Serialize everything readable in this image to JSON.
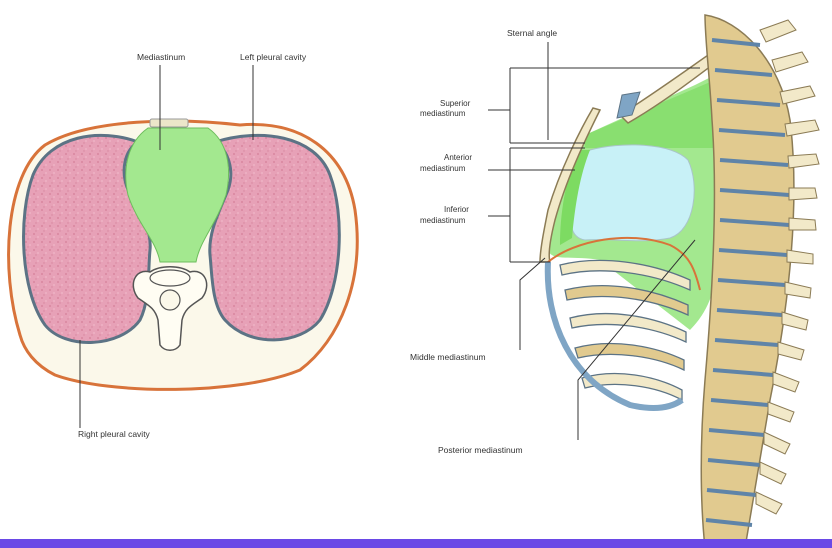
{
  "labels": {
    "mediastinum": "Mediastinum",
    "left_pleural_cavity": "Left pleural cavity",
    "right_pleural_cavity": "Right pleural cavity",
    "sternal_angle": "Sternal angle",
    "superior_line1": "Superior",
    "superior_line2": "mediastinum",
    "anterior_line1": "Anterior",
    "anterior_line2": "mediastinum",
    "inferior_line1": "Inferior",
    "inferior_line2": "mediastinum",
    "middle_mediastinum": "Middle mediastinum",
    "posterior_mediastinum": "Posterior mediastinum"
  },
  "colors": {
    "mediastinum_green": "#a3e88f",
    "lung_pink": "#e7a1b7",
    "pleura_blue_gray": "#5c7385",
    "skin_orange": "#d8733a",
    "bone_cream": "#f2e9c9",
    "vertebra_tan": "#e1ca8f",
    "disc_blue": "#7fa5c5",
    "heart_light_blue": "#c8f1f7",
    "bottom_strip": "#6a49e6"
  }
}
